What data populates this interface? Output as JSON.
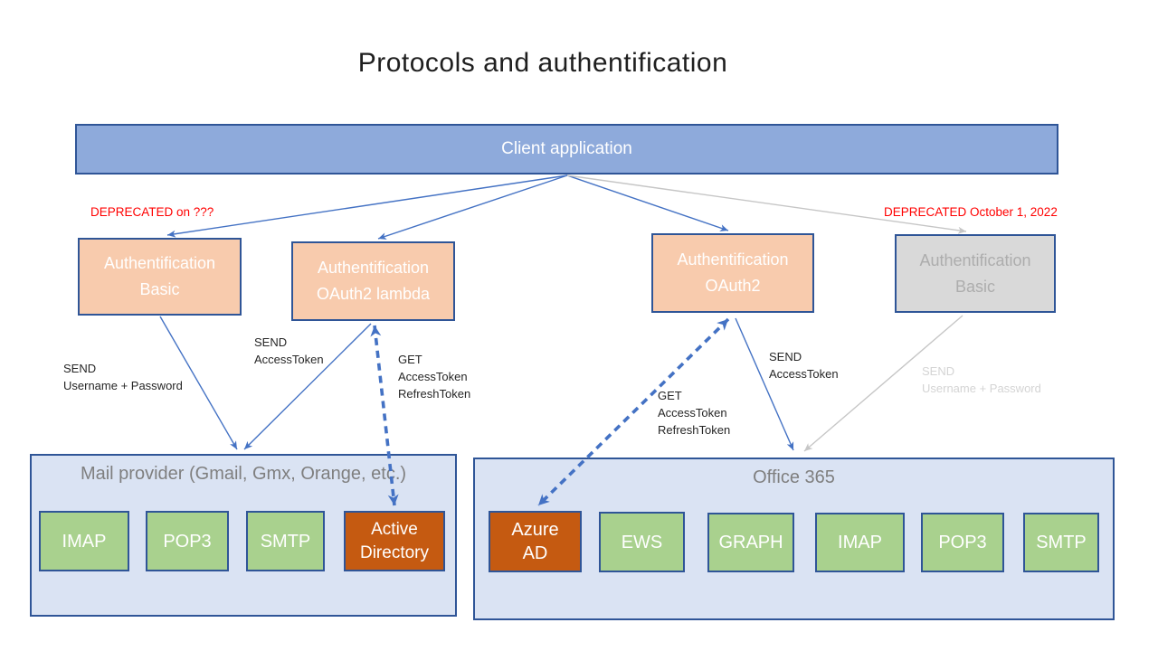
{
  "title": "Protocols and authentification",
  "client": {
    "label": "Client application"
  },
  "deprecated": {
    "left": "DEPRECATED on ???",
    "right": "DEPRECATED October 1, 2022"
  },
  "auth_boxes": {
    "basic_left": {
      "line1": "Authentification",
      "line2": "Basic"
    },
    "oauth2_lambda": {
      "line1": "Authentification",
      "line2": "OAuth2 lambda"
    },
    "oauth2": {
      "line1": "Authentification",
      "line2": "OAuth2"
    },
    "basic_right": {
      "line1": "Authentification",
      "line2": "Basic"
    }
  },
  "edge_labels": {
    "send_userpass_left": {
      "line1": "SEND",
      "line2": "Username + Password"
    },
    "send_accesstoken_left": {
      "line1": "SEND",
      "line2": "AccessToken"
    },
    "get_tokens_left": {
      "line1": "GET",
      "line2": "AccessToken",
      "line3": "RefreshToken"
    },
    "get_tokens_right": {
      "line1": "GET",
      "line2": "AccessToken",
      "line3": "RefreshToken"
    },
    "send_accesstoken_right": {
      "line1": "SEND",
      "line2": "AccessToken"
    },
    "send_userpass_right": {
      "line1": "SEND",
      "line2": "Username + Password"
    }
  },
  "mail_provider": {
    "title": "Mail provider (Gmail, Gmx, Orange, etc.)",
    "children": [
      {
        "label": "IMAP",
        "style": "green"
      },
      {
        "label": "POP3",
        "style": "green"
      },
      {
        "label": "SMTP",
        "style": "green"
      },
      {
        "line1": "Active",
        "line2": "Directory",
        "style": "dark-orange"
      }
    ]
  },
  "office365": {
    "title": "Office 365",
    "children": [
      {
        "line1": "Azure",
        "line2": "AD",
        "style": "dark-orange"
      },
      {
        "label": "EWS",
        "style": "green"
      },
      {
        "label": "GRAPH",
        "style": "green"
      },
      {
        "label": "IMAP",
        "style": "green"
      },
      {
        "label": "POP3",
        "style": "green"
      },
      {
        "label": "SMTP",
        "style": "green"
      }
    ]
  },
  "colors": {
    "client_fill": "#8EAADB",
    "auth_fill": "#F8CBAD",
    "auth_disabled_fill": "#D9D9D9",
    "container_fill": "#DAE3F3",
    "protocol_green": "#A9D18E",
    "protocol_dark_orange": "#C55A11",
    "border_blue": "#2F5597",
    "arrow_blue": "#4472C4",
    "arrow_gray": "#C6C6C6",
    "deprecated_red": "#FF0000"
  }
}
